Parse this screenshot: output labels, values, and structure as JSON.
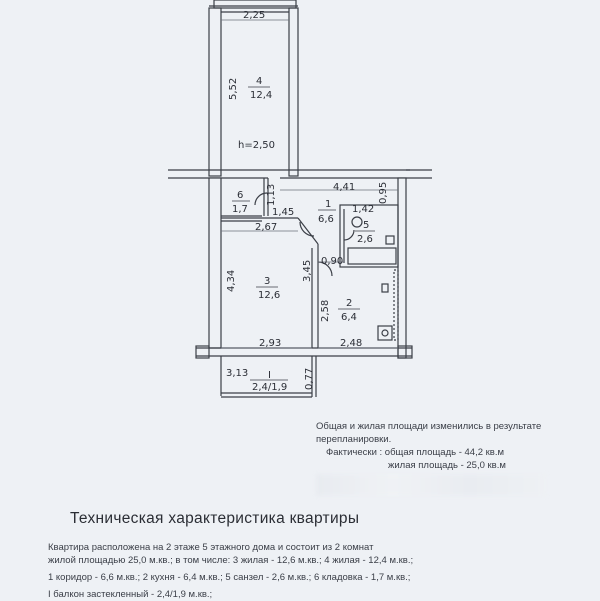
{
  "plan": {
    "dims": {
      "d_2_25": "2,25",
      "d_5_52": "5,52",
      "d_h": "h=2,50",
      "d_4_41": "4,41",
      "d_0_95": "0,95",
      "d_1_13": "1,13",
      "d_1_45": "1,45",
      "d_1_42": "1,42",
      "d_2_67": "2,67",
      "d_0_90": "0,90",
      "d_4_34": "4,34",
      "d_3_45": "3,45",
      "d_2_58": "2,58",
      "d_2_93": "2,93",
      "d_2_48": "2,48",
      "d_3_13": "3,13",
      "d_0_77": "0,77"
    },
    "rooms": {
      "r4_num": "4",
      "r4_area": "12,4",
      "r6_num": "6",
      "r6_area": "1,7",
      "r1_num": "1",
      "r1_area": "6,6",
      "r5_num": "5",
      "r5_area": "2,6",
      "r3_num": "3",
      "r3_area": "12,6",
      "r2_num": "2",
      "r2_area": "6,4",
      "balcony_num": "I",
      "balcony_area": "2,4/1,9"
    }
  },
  "notes": {
    "line1": "Общая и жилая площади изменились в результате",
    "line2": "перепланировки.",
    "line3": "Фактически : общая площадь - 44,2 кв.м",
    "line4": "жилая площадь - 25,0 кв.м"
  },
  "title": "Техническая характеристика квартиры",
  "description": {
    "line1": "Квартира расположена на      2      этаже      5      этажного дома и состоит из      2         комнат",
    "line2": "жилой площадью  25,0 м.кв.; в том числе:  3      жилая - 12,6 м.кв.;      4    жилая - 12,4 м.кв.;",
    "line3": "1   коридор - 6,6 м.кв.;  2  кухня - 6,4 м.кв.;  5 санзел - 2,6 м.кв.;  6 кладовка - 1,7 м.кв.;",
    "line4": "I   балкон застекленный -   2,4/1,9 м.кв.;"
  }
}
